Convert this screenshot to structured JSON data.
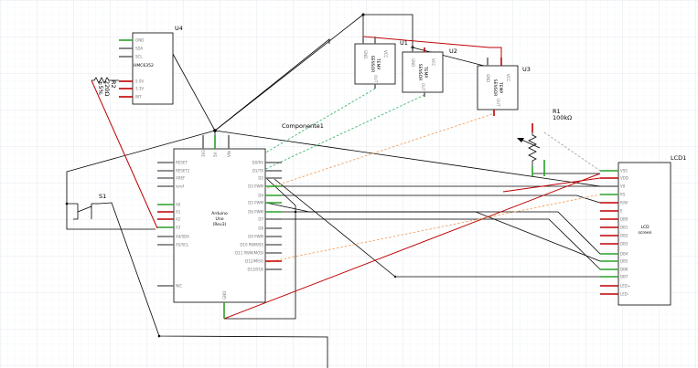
{
  "components": {
    "arduino": {
      "title_line1": "Arduino",
      "title_line2": "Uno",
      "title_line3": "(Rev3)",
      "left_pins": [
        "RESET",
        "RESET2",
        "AREF",
        "ioref",
        "A0",
        "A1",
        "A2",
        "A3",
        "A4/SDA",
        "A5/SCL",
        "N/C"
      ],
      "right_pins": [
        "D0/RX",
        "D1/TX",
        "D2",
        "D3 PWM",
        "D4",
        "D5 PWM",
        "D6 PWM",
        "D7",
        "D8",
        "D9 PWM",
        "D10 PWM/SS",
        "D11 PWM/MOSI",
        "D12/MISO",
        "D13/SCK"
      ],
      "top_pins": [
        "3V3",
        "5V",
        "VIN"
      ],
      "bottom_pins": [
        "GND"
      ]
    },
    "u4": {
      "ref": "U4",
      "part": "HMC6352",
      "pins": [
        "GND",
        "SDA",
        "SCL",
        "5.0V",
        "3.3V",
        "INT"
      ]
    },
    "r2": {
      "ref": "R2",
      "value": "220Ω",
      "tolerance": "±5%"
    },
    "r1": {
      "ref": "R1",
      "value": "100kΩ"
    },
    "s1": {
      "ref": "S1"
    },
    "component1": {
      "label": "Componente1"
    },
    "u1": {
      "ref": "U1",
      "label_line1": "TEMP",
      "label_line2": "SENSOR",
      "pins": [
        "GND",
        "VCC",
        "OUT"
      ]
    },
    "u2": {
      "ref": "U2",
      "label_line1": "TEMP",
      "label_line2": "SENSOR",
      "pins": [
        "GND",
        "VCC",
        "OUT"
      ]
    },
    "u3": {
      "ref": "U3",
      "label_line1": "TEMP",
      "label_line2": "SENSOR",
      "pins": [
        "GND",
        "VCC",
        "OUT"
      ]
    },
    "lcd1": {
      "ref": "LCD1",
      "label_line1": "LCD",
      "label_line2": "screen",
      "pins": [
        "VSS",
        "VDD",
        "V0",
        "RS",
        "R/W",
        "E",
        "DB0",
        "DB1",
        "DB2",
        "DB3",
        "DB4",
        "DB5",
        "DB6",
        "DB7",
        "LED+",
        "LED-"
      ]
    }
  },
  "colors": {
    "grid_minor": "#eef1f6",
    "grid_major": "#dde3ec",
    "wire_black": "#000000",
    "wire_red": "#c00000",
    "wire_green": "#3db86a",
    "wire_orange": "#f0a060"
  }
}
